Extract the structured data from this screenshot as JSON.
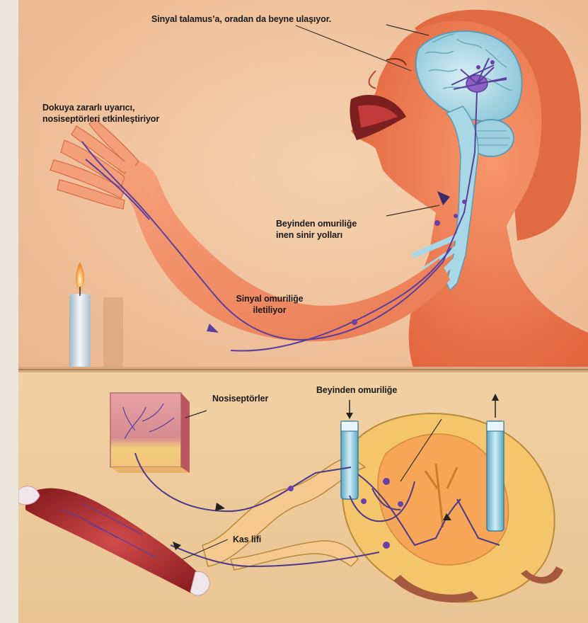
{
  "labels": {
    "thalamus": "Sinyal talamus’a, oradan da beyne ulaşıyor.",
    "stimulus_line1": "Dokuya zararlı uyarıcı,",
    "stimulus_line2": "nosiseptörleri etkinleştiriyor",
    "descending_line1": "Beyinden omuriliğe",
    "descending_line2": "inen sinir yolları",
    "spinal_line1": "Sinyal omuriliğe",
    "spinal_line2": "iletiliyor",
    "nociceptors": "Nosiseptörler",
    "brain_to_cord": "Beyinden omuriliğe",
    "muscle": "Kas lifi"
  },
  "colors": {
    "background_top": "#f2c7a2",
    "background_bottom": "#eecb9a",
    "skin": "#ef7d55",
    "brain": "#9fd3e4",
    "nerve": "#5a3f9c"
  }
}
